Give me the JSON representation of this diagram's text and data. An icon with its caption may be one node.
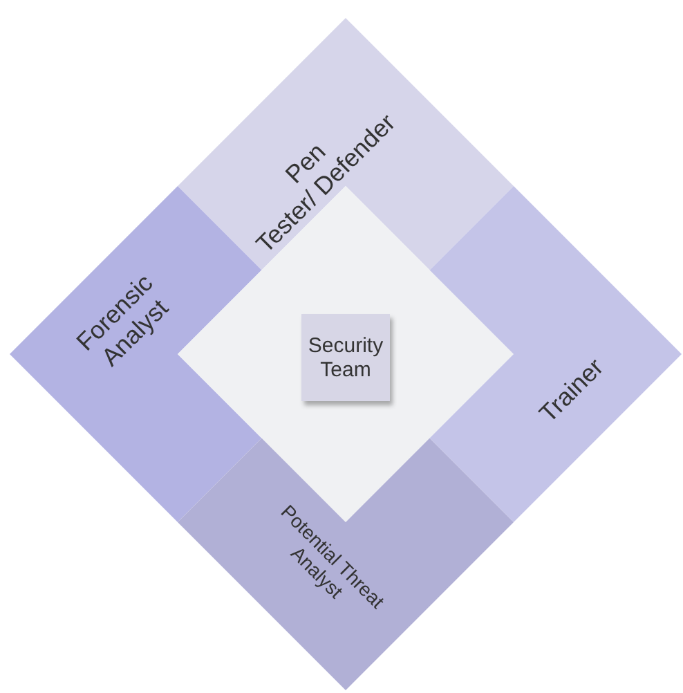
{
  "diagram": {
    "nodes": [
      {
        "text": [
          "Pen Tester/ Defender"
        ]
      },
      {
        "text": [
          "Forensic Analyst"
        ]
      },
      {
        "text": [],
        "shape": "diamond"
      },
      {
        "text": [
          "Security Team"
        ],
        "in": 2
      },
      {
        "text": [
          "Trainer"
        ]
      },
      {
        "text": [
          "Potential Threat Analyst"
        ]
      }
    ]
  }
}
